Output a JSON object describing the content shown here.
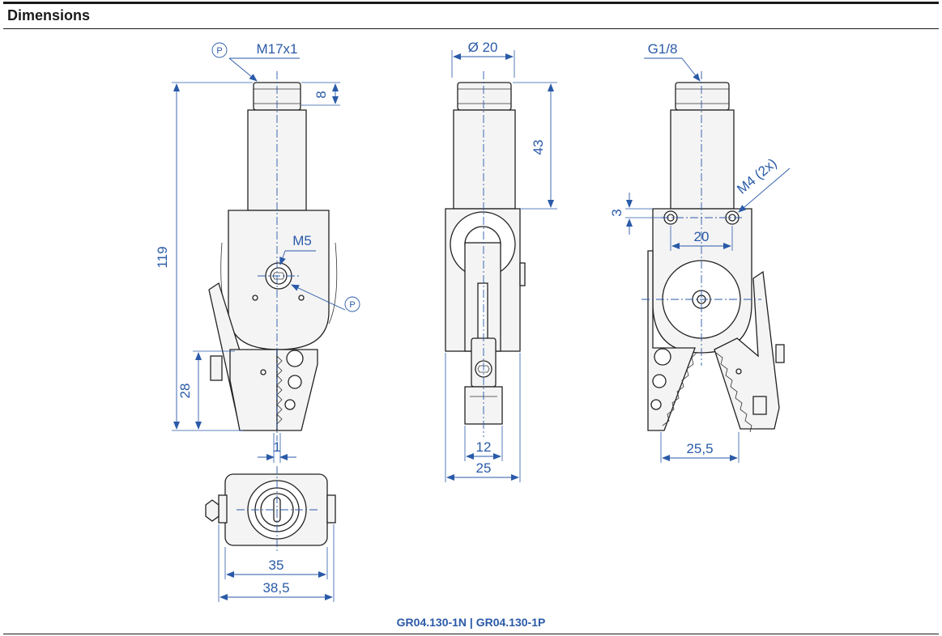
{
  "section_title": "Dimensions",
  "caption": "GR04.130-1N  |  GR04.130-1P",
  "dimensions": {
    "thread_top": "M17x1",
    "thread_height": "8",
    "overall_height": "119",
    "jaw_height": "28",
    "gripper_screw": "M5",
    "jaw_offset": "1",
    "width_base": "35",
    "width_overall": "38,5",
    "diameter": "Ø 20",
    "shank_length": "43",
    "slot_width": "12",
    "body_width": "25",
    "port_thread": "G1/8",
    "mount_holes": "M4 (2x)",
    "hole_offset": "3",
    "hole_spacing": "20",
    "jaw_opening": "25,5"
  },
  "markers": {
    "p_label": "P"
  }
}
